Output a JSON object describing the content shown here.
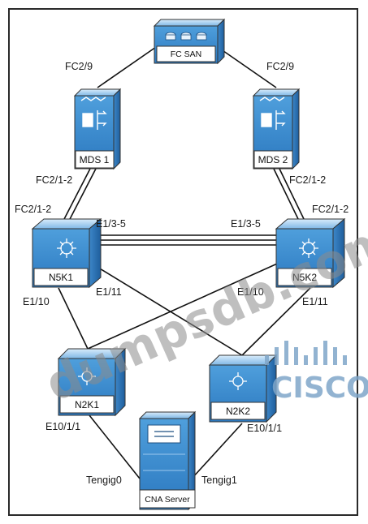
{
  "devices": {
    "fc_san": "FC SAN",
    "mds1": "MDS 1",
    "mds2": "MDS 2",
    "n5k1": "N5K1",
    "n5k2": "N5K2",
    "n2k1": "N2K1",
    "n2k2": "N2K2",
    "server": "CNA Server"
  },
  "ports": {
    "san_mds1": "FC2/9",
    "san_mds2": "FC2/9",
    "mds1_down": "FC2/1-2",
    "mds2_down": "FC2/1-2",
    "n5k1_up": "FC2/1-2",
    "n5k2_up": "FC2/1-2",
    "n5k1_peer": "E1/3-5",
    "n5k2_peer": "E1/3-5",
    "n5k1_e110": "E1/10",
    "n5k1_e111": "E1/11",
    "n5k2_e110": "E1/10",
    "n5k2_e111": "E1/11",
    "n2k1_host": "E10/1/1",
    "n2k2_host": "E10/1/1",
    "srv_t0": "Tengig0",
    "srv_t1": "Tengig1"
  },
  "watermark": {
    "text": "dumpsdb.com",
    "logo_text": "CISCO"
  }
}
